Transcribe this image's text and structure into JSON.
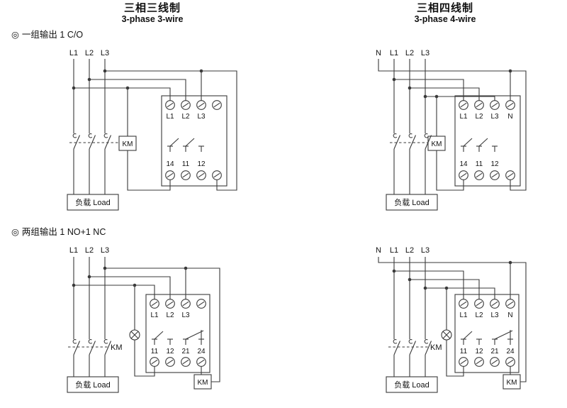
{
  "ink": {
    "line": "#3a3a3a",
    "text": "#111111"
  },
  "headers": [
    {
      "zh": "三相三线制",
      "en": "3-phase 3-wire"
    },
    {
      "zh": "三相四线制",
      "en": "3-phase 4-wire"
    }
  ],
  "sections": [
    {
      "bullet": "◎",
      "text": "一组输出 1 C/O"
    },
    {
      "bullet": "◎",
      "text": "两组输出 1 NO+1 NC"
    }
  ],
  "d1": {
    "phases": [
      "L1",
      "L2",
      "L3"
    ],
    "km": "KM",
    "load": "负载 Load",
    "top_terms": [
      "L1",
      "L2",
      "L3"
    ],
    "bot_terms": [
      "14",
      "11",
      "12"
    ]
  },
  "d2": {
    "phases": [
      "N",
      "L1",
      "L2",
      "L3"
    ],
    "km": "KM",
    "load": "负载 Load",
    "top_terms": [
      "L1",
      "L2",
      "L3",
      "N"
    ],
    "bot_terms": [
      "14",
      "11",
      "12"
    ]
  },
  "d3": {
    "phases": [
      "L1",
      "L2",
      "L3"
    ],
    "km_link": "KM",
    "km_coil": "KM",
    "load": "负载 Load",
    "top_terms": [
      "L1",
      "L2",
      "L3"
    ],
    "bot_terms": [
      "11",
      "12",
      "21",
      "24"
    ]
  },
  "d4": {
    "phases": [
      "N",
      "L1",
      "L2",
      "L3"
    ],
    "km_link": "KM",
    "km_coil": "KM",
    "load": "负载 Load",
    "top_terms": [
      "L1",
      "L2",
      "L3",
      "N"
    ],
    "bot_terms": [
      "11",
      "12",
      "21",
      "24"
    ]
  }
}
